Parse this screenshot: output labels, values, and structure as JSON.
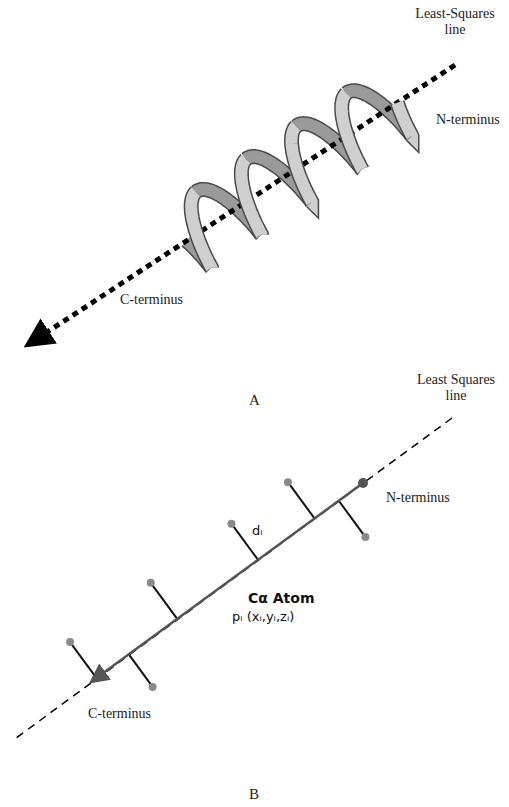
{
  "diagram": {
    "labels": [
      "Least-Squares line",
      "N-terminus",
      "C-terminus",
      "A",
      "Least Squares line",
      "N-terminus",
      "dᵢ",
      "Cα Atom",
      "pᵢ (xᵢ,yᵢ,zᵢ)",
      "C-terminus",
      "B"
    ]
  }
}
